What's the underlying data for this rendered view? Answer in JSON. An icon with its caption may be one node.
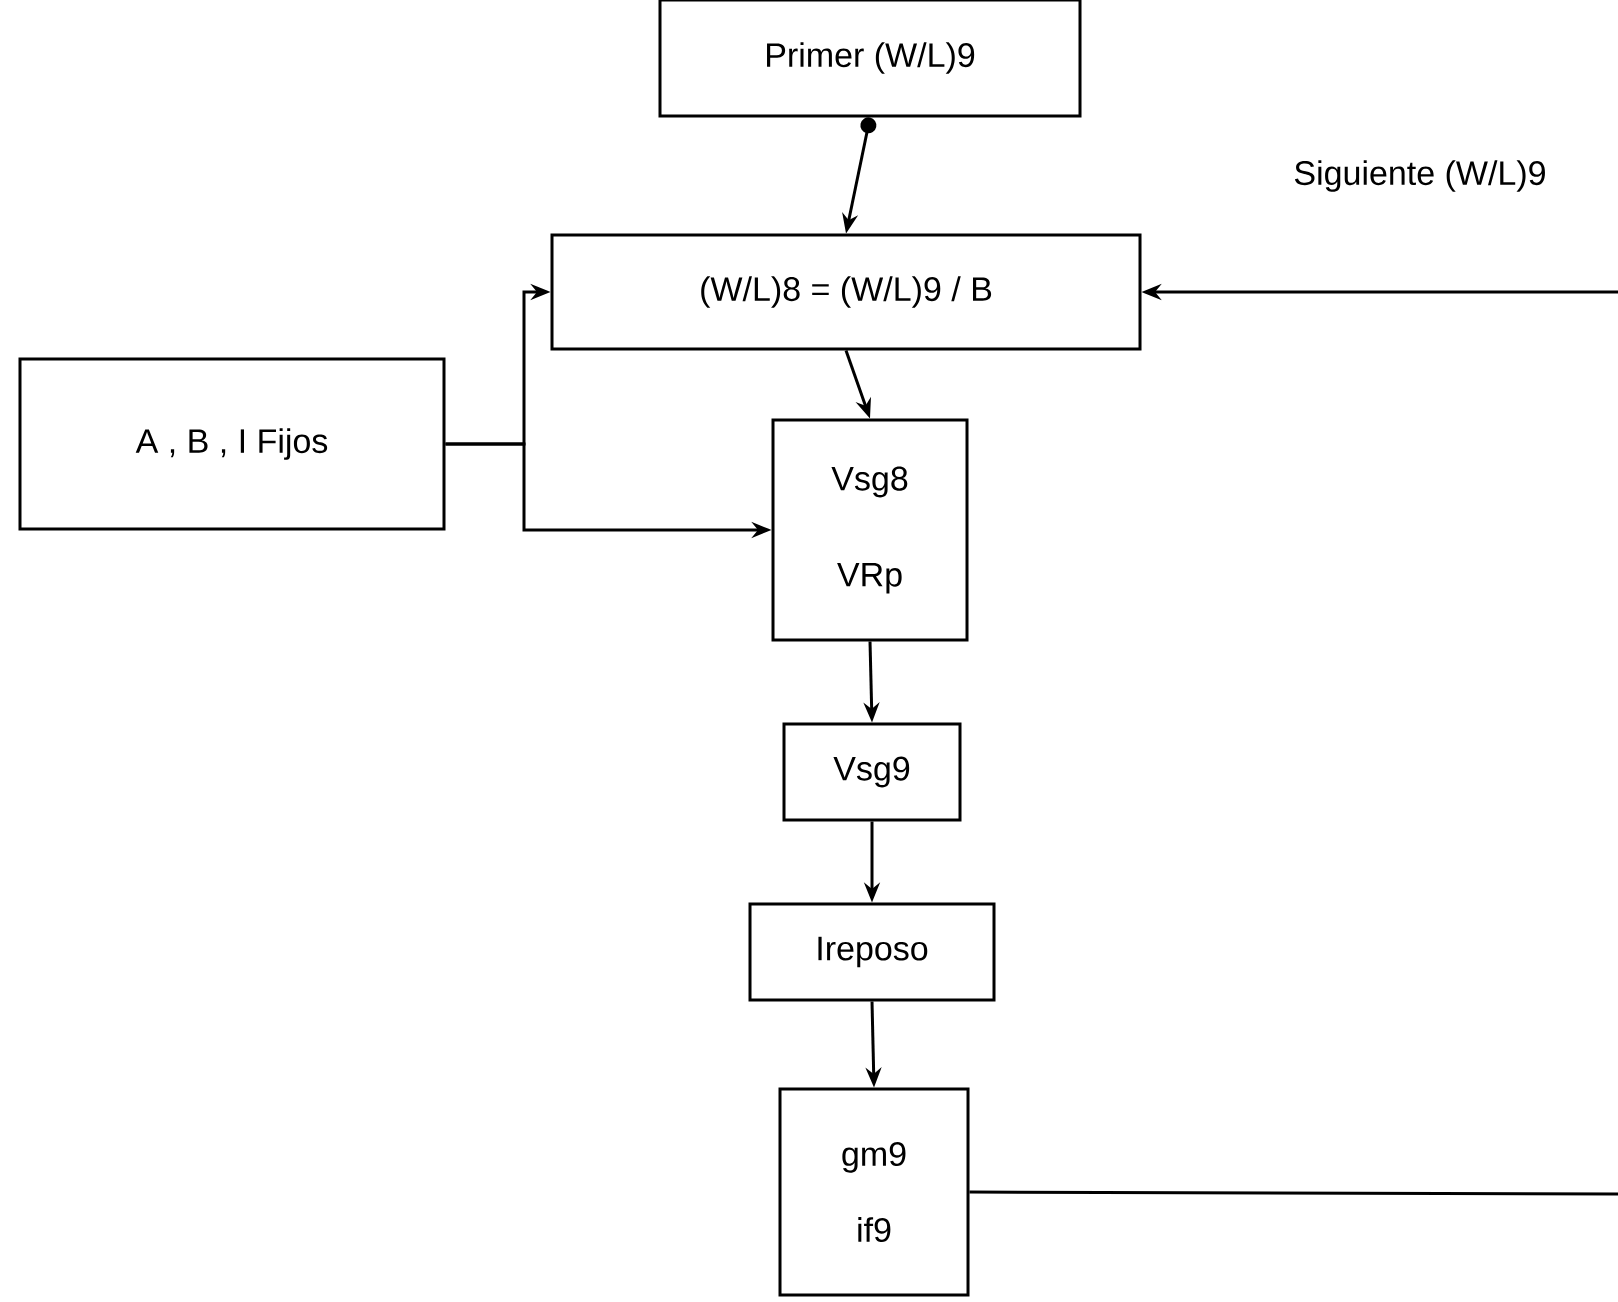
{
  "diagram": {
    "nodes": [
      {
        "text": [
          "Primer (W/L)9"
        ]
      },
      {
        "text": [
          "(W/L)8 = (W/L)9 / B"
        ]
      },
      {
        "text": [
          "A , B , I  Fijos"
        ]
      },
      {
        "text": [
          "Vsg8",
          "VRp"
        ]
      },
      {
        "text": [
          "Vsg9"
        ]
      },
      {
        "text": [
          "Ireposo"
        ]
      },
      {
        "text": [
          "gm9",
          "if9"
        ]
      }
    ],
    "edges": [
      {
        "from": 0,
        "to": 1,
        "arrow": "to"
      },
      {
        "from": 2,
        "to": 1,
        "arrow": "to"
      },
      {
        "from": 2,
        "to": 3,
        "arrow": "to"
      },
      {
        "from": 1,
        "to": 3,
        "arrow": "to"
      },
      {
        "from": 3,
        "to": 4,
        "arrow": "to"
      },
      {
        "from": 4,
        "to": 5,
        "arrow": "to"
      },
      {
        "from": 5,
        "to": 6,
        "arrow": "to"
      },
      {
        "from": 6,
        "to": null,
        "arrow": "none"
      },
      {
        "from": null,
        "to": 1,
        "arrow": "to",
        "label": "Siguiente (W/L)9"
      }
    ]
  }
}
